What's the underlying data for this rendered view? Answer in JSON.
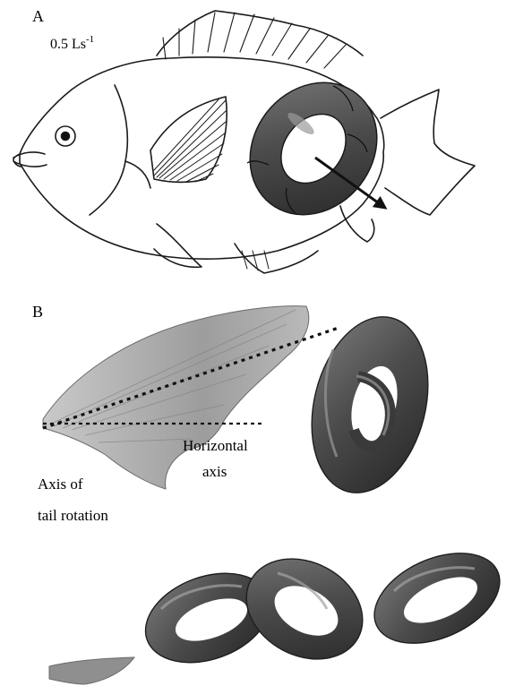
{
  "panel_a": {
    "letter": "A",
    "speed_label": "0.5 Ls",
    "speed_exponent": "-1"
  },
  "panel_b": {
    "letter": "B",
    "horizontal_axis_line1": "Horizontal",
    "horizontal_axis_line2": "axis",
    "tail_axis_line1": "Axis of",
    "tail_axis_line2": "tail rotation"
  },
  "colors": {
    "outline": "#1a1a1a",
    "ring_dark": "#2f2f2f",
    "ring_mid": "#5a5a5a",
    "ring_light": "#9a9a9a",
    "fin_gray": "#a8a8a8"
  }
}
